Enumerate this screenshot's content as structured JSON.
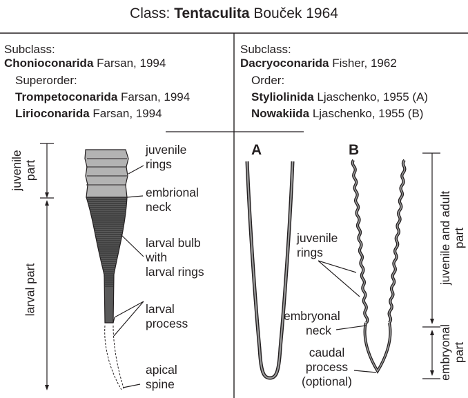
{
  "title": {
    "prefix": "Class: ",
    "taxon": "Tentaculita",
    "author": " Bouček 1964"
  },
  "left": {
    "subclass_label": "Subclass:",
    "subclass_taxon": "Chonioconarida",
    "subclass_author": " Farsan, 1994",
    "superorder_label": "Superorder:",
    "items": [
      {
        "taxon": "Trompetoconarida",
        "author": " Farsan, 1994"
      },
      {
        "taxon": "Lirioconarida",
        "author": " Farsan, 1994"
      }
    ]
  },
  "right": {
    "subclass_label": "Subclass:",
    "subclass_taxon": "Dacryoconarida",
    "subclass_author": " Fisher, 1962",
    "order_label": "Order:",
    "items": [
      {
        "taxon": "Styliolinida",
        "author": " Ljaschenko, 1955 (A)"
      },
      {
        "taxon": "Nowakiida",
        "author": " Ljaschenko, 1955 (B)"
      }
    ]
  },
  "labels": {
    "juvenile_part": [
      "juvenile",
      "part"
    ],
    "larval_part": "larval part",
    "juvenile_rings": [
      "juvenile",
      "rings"
    ],
    "embrional_neck": [
      "embrional",
      "neck"
    ],
    "larval_bulb": [
      "larval bulb",
      "with",
      "larval rings"
    ],
    "larval_process": [
      "larval",
      "process"
    ],
    "apical_spine": [
      "apical",
      "spine"
    ],
    "A": "A",
    "B": "B",
    "juvenile_rings_b": [
      "juvenile",
      "rings"
    ],
    "embryonal_neck": [
      "embryonal",
      "neck"
    ],
    "caudal_process": [
      "caudal",
      "process",
      "(optional)"
    ],
    "juvenile_adult_part": [
      "juvenile and adult",
      "part"
    ],
    "embryonal_part": [
      "embryonal",
      "part"
    ]
  },
  "colors": {
    "ink": "#231f20",
    "juvenile_shell": "#b3b3b3",
    "larval_shell": "#5a5a5a",
    "tube_fill": "#9a9a9a"
  }
}
